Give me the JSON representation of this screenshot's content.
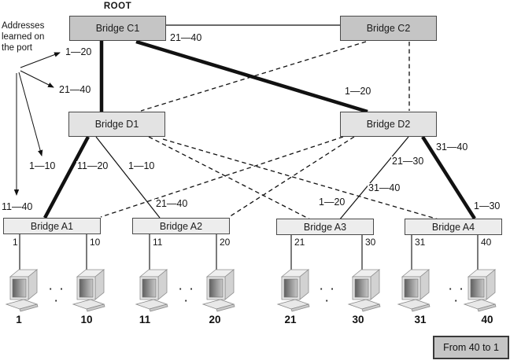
{
  "figure": {
    "root_label": "ROOT",
    "from_box_label": "From 40 to 1",
    "dots": "· · ·"
  },
  "annotation": {
    "line1": "Addresses",
    "line2": "learned on",
    "line3": "the port"
  },
  "bridges": {
    "c1": {
      "label": "Bridge C1"
    },
    "c2": {
      "label": "Bridge C2"
    },
    "d1": {
      "label": "Bridge D1"
    },
    "d2": {
      "label": "Bridge D2"
    },
    "a1": {
      "label": "Bridge A1"
    },
    "a2": {
      "label": "Bridge A2"
    },
    "a3": {
      "label": "Bridge A3"
    },
    "a4": {
      "label": "Bridge A4"
    }
  },
  "links": [
    {
      "from": "Bridge C1",
      "to": "Bridge C2",
      "style": "solid"
    },
    {
      "from": "Bridge C1",
      "to": "Bridge D1",
      "style": "thick"
    },
    {
      "from": "Bridge C1",
      "to": "Bridge D2",
      "style": "thick"
    },
    {
      "from": "Bridge C2",
      "to": "Bridge D1",
      "style": "dashed"
    },
    {
      "from": "Bridge C2",
      "to": "Bridge D2",
      "style": "dashed"
    },
    {
      "from": "Bridge D1",
      "to": "Bridge A1",
      "style": "thick"
    },
    {
      "from": "Bridge D1",
      "to": "Bridge A2",
      "style": "solid"
    },
    {
      "from": "Bridge D1",
      "to": "Bridge A3",
      "style": "dashed"
    },
    {
      "from": "Bridge D1",
      "to": "Bridge A4",
      "style": "dashed"
    },
    {
      "from": "Bridge D2",
      "to": "Bridge A1",
      "style": "dashed"
    },
    {
      "from": "Bridge D2",
      "to": "Bridge A2",
      "style": "dashed"
    },
    {
      "from": "Bridge D2",
      "to": "Bridge A3",
      "style": "solid"
    },
    {
      "from": "Bridge D2",
      "to": "Bridge A4",
      "style": "thick"
    }
  ],
  "edge_labels": {
    "c1_d1_port": "1—20",
    "d1_c1_port": "21—40",
    "d1_a1_port": "1—10",
    "a1_d1_port": "11—40",
    "c1_d2_port": "21—40",
    "d2_c1_port": "1—20",
    "d1_a2_port": "11—20",
    "a2_d1_port_a": "1—10",
    "a2_d1_port_b": "21—40",
    "d2_a3_port": "21—30",
    "d2_a4_port": "31—40",
    "a3_d2_port_a": "31—40",
    "a3_d2_port_b": "1—20",
    "a4_d2_port": "1—30"
  },
  "stations": [
    {
      "port": "1",
      "host": "1"
    },
    {
      "port": "10",
      "host": "10"
    },
    {
      "port": "11",
      "host": "11"
    },
    {
      "port": "20",
      "host": "20"
    },
    {
      "port": "21",
      "host": "21"
    },
    {
      "port": "30",
      "host": "30"
    },
    {
      "port": "31",
      "host": "31"
    },
    {
      "port": "40",
      "host": "40"
    }
  ],
  "colors": {
    "core_fill": "#c5c5c5",
    "dist_fill": "#e3e3e3",
    "access_fill": "#ededed",
    "line": "#111111"
  }
}
